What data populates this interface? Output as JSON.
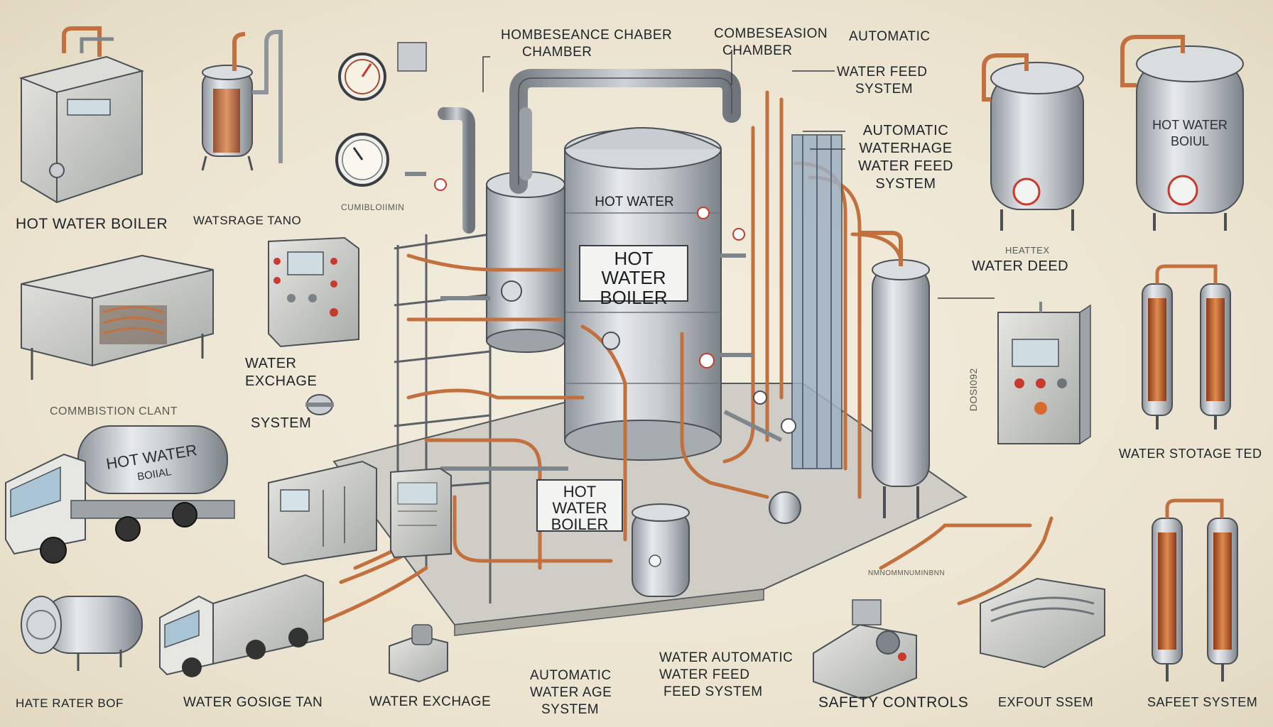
{
  "labels": {
    "top_chamber_1": "HOMBESEANCE CHABER",
    "top_chamber_1b": "CHAMBER",
    "top_chamber_2": "COMBESEASION",
    "top_chamber_2b": "CHAMBER",
    "top_automatic": "AUTOMATIC",
    "water_feed_system": "WATER FEED",
    "water_feed_system_b": "SYSTEM",
    "automatic_waterhage": "AUTOMATIC",
    "automatic_waterhage_b": "WATERHAGE",
    "automatic_waterhage_c": "WATER FEED",
    "automatic_waterhage_d": "SYSTEM",
    "hot_water_boiler_left": "HOT WATER BOILER",
    "waterstorage_tank": "WATSRAGE TANO",
    "combustion_small": "CUMIBLOIIMIN",
    "water_exchange_system": "WATER",
    "water_exchange_system_b": "EXCHAGE",
    "water_exchange_system_c": "SYSTEM",
    "combustion_chamber": "COMMBISTION CLANT",
    "heater_small": "HEATTEX",
    "water_deed": "WATER DEED",
    "side_code": "DOSI092",
    "water_storage_ted": "WATER STOTAGE TED",
    "bottom_hate_rater": "HATE RATER BOF",
    "bottom_water_tank": "WATER GOSIGE TAN",
    "bottom_water_exchage": "WATER EXCHAGE",
    "bottom_automatic": "AUTOMATIC",
    "bottom_automatic_b": "WATER AGE",
    "bottom_automatic_c": "SYSTEM",
    "bottom_water_automatic": "WATER AUTOMATIC",
    "bottom_water_automatic_b": "WATER FEED",
    "bottom_water_automatic_c": "FEED SYSTEM",
    "safety_controls": "SAFETY CONTROLS",
    "exhaust_system": "EXFOUT SSEM",
    "safeet_system": "SAFEET SYSTEM",
    "pipe_tag": "NMNOMMNUMINBNN"
  },
  "plates": {
    "main_top": "HOT WATER",
    "main_mid_1": "HOT WATER",
    "main_mid_2": "BOILER",
    "main_low_1": "HOT WATER",
    "main_low_2": "BOILER",
    "truck_1": "HOT WATER",
    "truck_2": "BOIIAL",
    "right_tank_1": "HOT WATER",
    "right_tank_2": "BOIUL"
  },
  "colors": {
    "background": "#efe8d6",
    "steel": "#b9bec3",
    "copper": "#c87a46",
    "ink": "#2d3338"
  }
}
